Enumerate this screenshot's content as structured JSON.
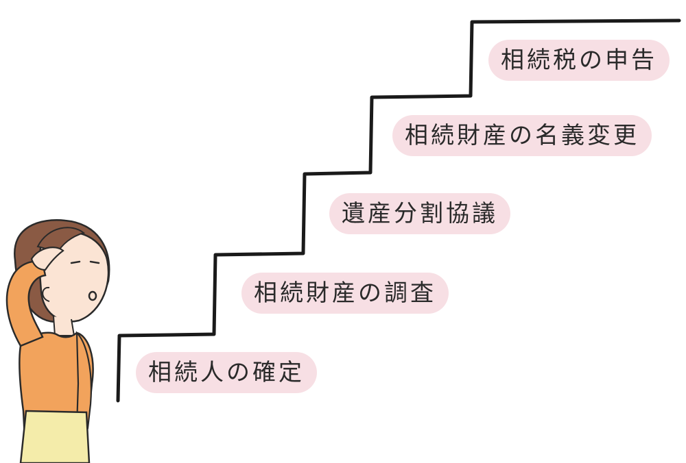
{
  "steps": [
    {
      "order": 1,
      "label": "相続人の確定"
    },
    {
      "order": 2,
      "label": "相続財産の調査"
    },
    {
      "order": 3,
      "label": "遺産分割協議"
    },
    {
      "order": 4,
      "label": "相続財産の名義変更"
    },
    {
      "order": 5,
      "label": "相続税の申告"
    }
  ],
  "icons": {
    "person": "thinking-woman-icon"
  },
  "colors": {
    "label_background": "#f7dfe4",
    "stair_line": "#1a1a1a",
    "hair": "#8a5a44",
    "skin": "#fbe4d4",
    "sweater": "#f2a35c",
    "skirt": "#f4ecaa"
  }
}
